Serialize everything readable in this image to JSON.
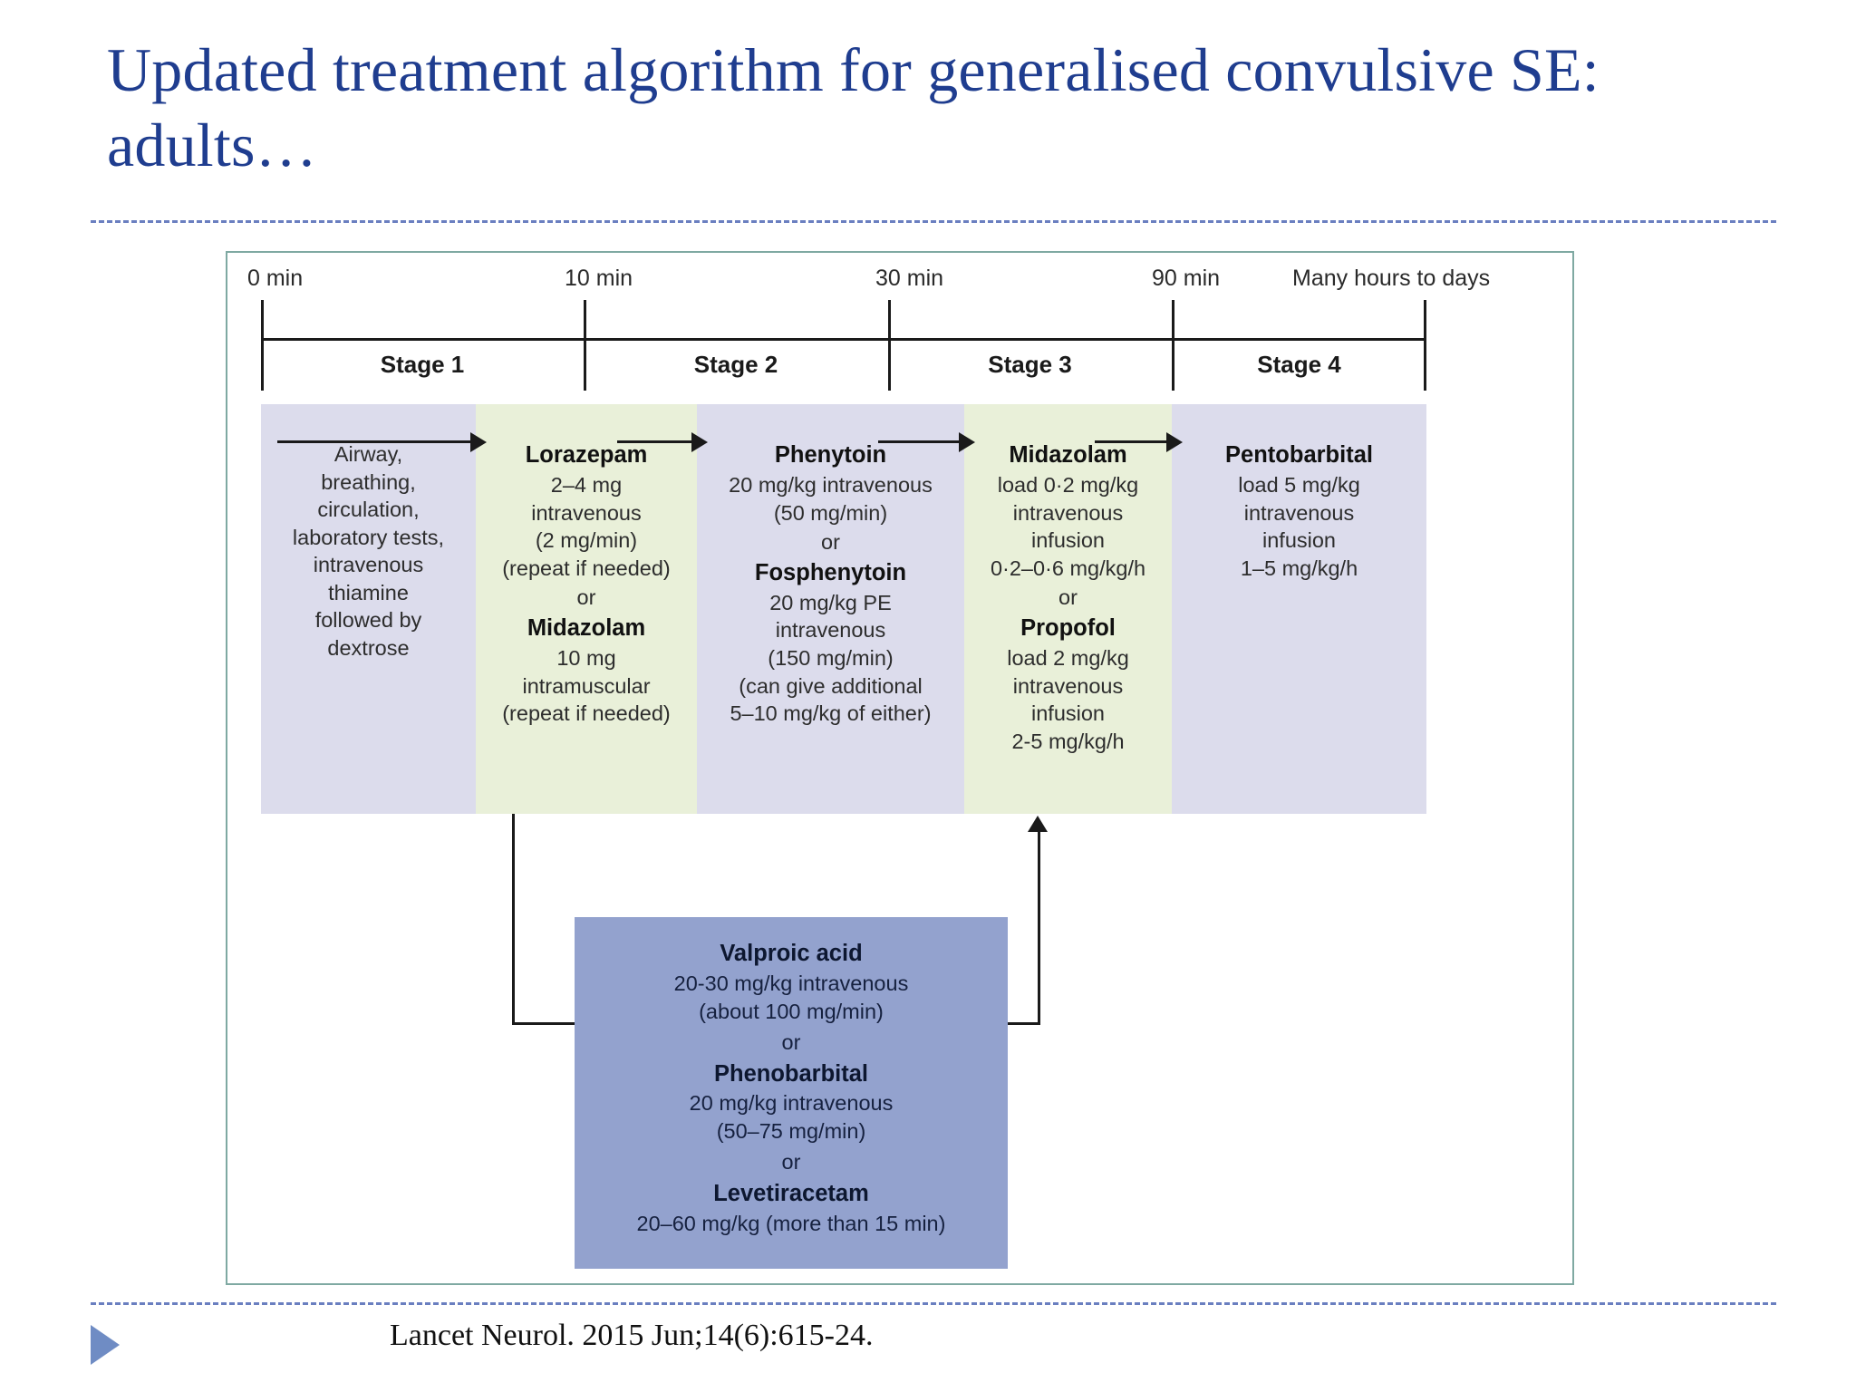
{
  "slide": {
    "title": "Updated treatment algorithm for generalised convulsive SE: adults…",
    "citation": "Lancet Neurol. 2015 Jun;14(6):615-24."
  },
  "figure": {
    "timeline": {
      "ticks": [
        {
          "label": "0 min"
        },
        {
          "label": "10 min"
        },
        {
          "label": "30 min"
        },
        {
          "label": "90 min"
        },
        {
          "label": "Many hours to days"
        }
      ],
      "stages": [
        {
          "label": "Stage 1"
        },
        {
          "label": "Stage 2"
        },
        {
          "label": "Stage 3"
        },
        {
          "label": "Stage 4"
        }
      ]
    },
    "columns": [
      {
        "id": "initial-care",
        "drug": "",
        "lines": [
          "Airway,",
          "breathing,",
          "circulation,",
          "laboratory tests,",
          "intravenous",
          "thiamine",
          "followed by",
          "dextrose"
        ],
        "background": "#dcdcec"
      },
      {
        "id": "lorazepam",
        "drug": "Lorazepam",
        "lines": [
          "2–4 mg",
          "intravenous",
          "(2 mg/min)",
          "(repeat if needed)"
        ],
        "or_label": "or",
        "drug2": "Midazolam",
        "lines2": [
          "10 mg",
          "intramuscular",
          "(repeat if needed)"
        ],
        "background": "#e9f0d9"
      },
      {
        "id": "phenytoin",
        "drug": "Phenytoin",
        "lines": [
          "20 mg/kg intravenous",
          "(50 mg/min)"
        ],
        "or_label": "or",
        "drug2": "Fosphenytoin",
        "lines2": [
          "20 mg/kg PE",
          "intravenous",
          "(150 mg/min)",
          "(can give additional",
          "5–10 mg/kg of either)"
        ],
        "background": "#dcdcec"
      },
      {
        "id": "midazolam-propofol",
        "drug": "Midazolam",
        "lines": [
          "load 0·2 mg/kg",
          "intravenous",
          "infusion",
          "0·2–0·6 mg/kg/h"
        ],
        "or_label": "or",
        "drug2": "Propofol",
        "lines2": [
          "load 2 mg/kg",
          "intravenous",
          "infusion",
          "2-5 mg/kg/h"
        ],
        "background": "#e9f0d9"
      },
      {
        "id": "pentobarbital",
        "drug": "Pentobarbital",
        "lines": [
          "load 5 mg/kg",
          "intravenous",
          "infusion",
          "1–5 mg/kg/h"
        ],
        "background": "#dcdcec"
      }
    ],
    "valproic_box": {
      "drug": "Valproic acid",
      "lines": [
        "20-30 mg/kg intravenous",
        "(about 100 mg/min)"
      ],
      "or_label_1": "or",
      "drug2": "Phenobarbital",
      "lines2": [
        "20 mg/kg intravenous",
        "(50–75 mg/min)"
      ],
      "or_label_2": "or",
      "drug3": "Levetiracetam",
      "lines3": [
        "20–60 mg/kg (more than 15 min)"
      ],
      "background": "#93a2ce"
    }
  },
  "colors": {
    "title": "#1f3d8f",
    "rule": "#6a7fc0",
    "frame_border": "#7fa9a2",
    "lavender_column": "#dcdcec",
    "green_column": "#e9f0d9",
    "valproic": "#93a2ce",
    "bullet": "#6f8cc4"
  }
}
